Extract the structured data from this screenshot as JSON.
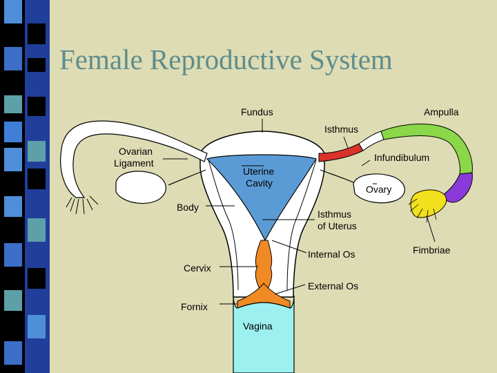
{
  "title": "Female Reproductive System",
  "colors": {
    "background": "#dedcb4",
    "title": "#5e8c8c",
    "uterine_cavity": "#5b9bd5",
    "cervical_canal": "#f08a24",
    "isthmus_tube": "#d9332a",
    "ampulla_tube": "#8ad84a",
    "infundibulum": "#8a3ad8",
    "fimbriae": "#f2e01c"
  },
  "labels": {
    "fundus": "Fundus",
    "ampulla": "Ampulla",
    "isthmus": "Isthmus",
    "ovarian_ligament_1": "Ovarian",
    "ovarian_ligament_2": "Ligament",
    "infundibulum": "Infundibulum",
    "uterine_cavity_1": "Uterine",
    "uterine_cavity_2": "Cavity",
    "ovary": "Ovary",
    "body": "Body",
    "isthmus_uterus_1": "Isthmus",
    "isthmus_uterus_2": "of Uterus",
    "fimbriae": "Fimbriae",
    "internal_os": "Internal Os",
    "cervix": "Cervix",
    "external_os": "External Os",
    "fornix": "Fornix",
    "vagina": "Vagina"
  }
}
